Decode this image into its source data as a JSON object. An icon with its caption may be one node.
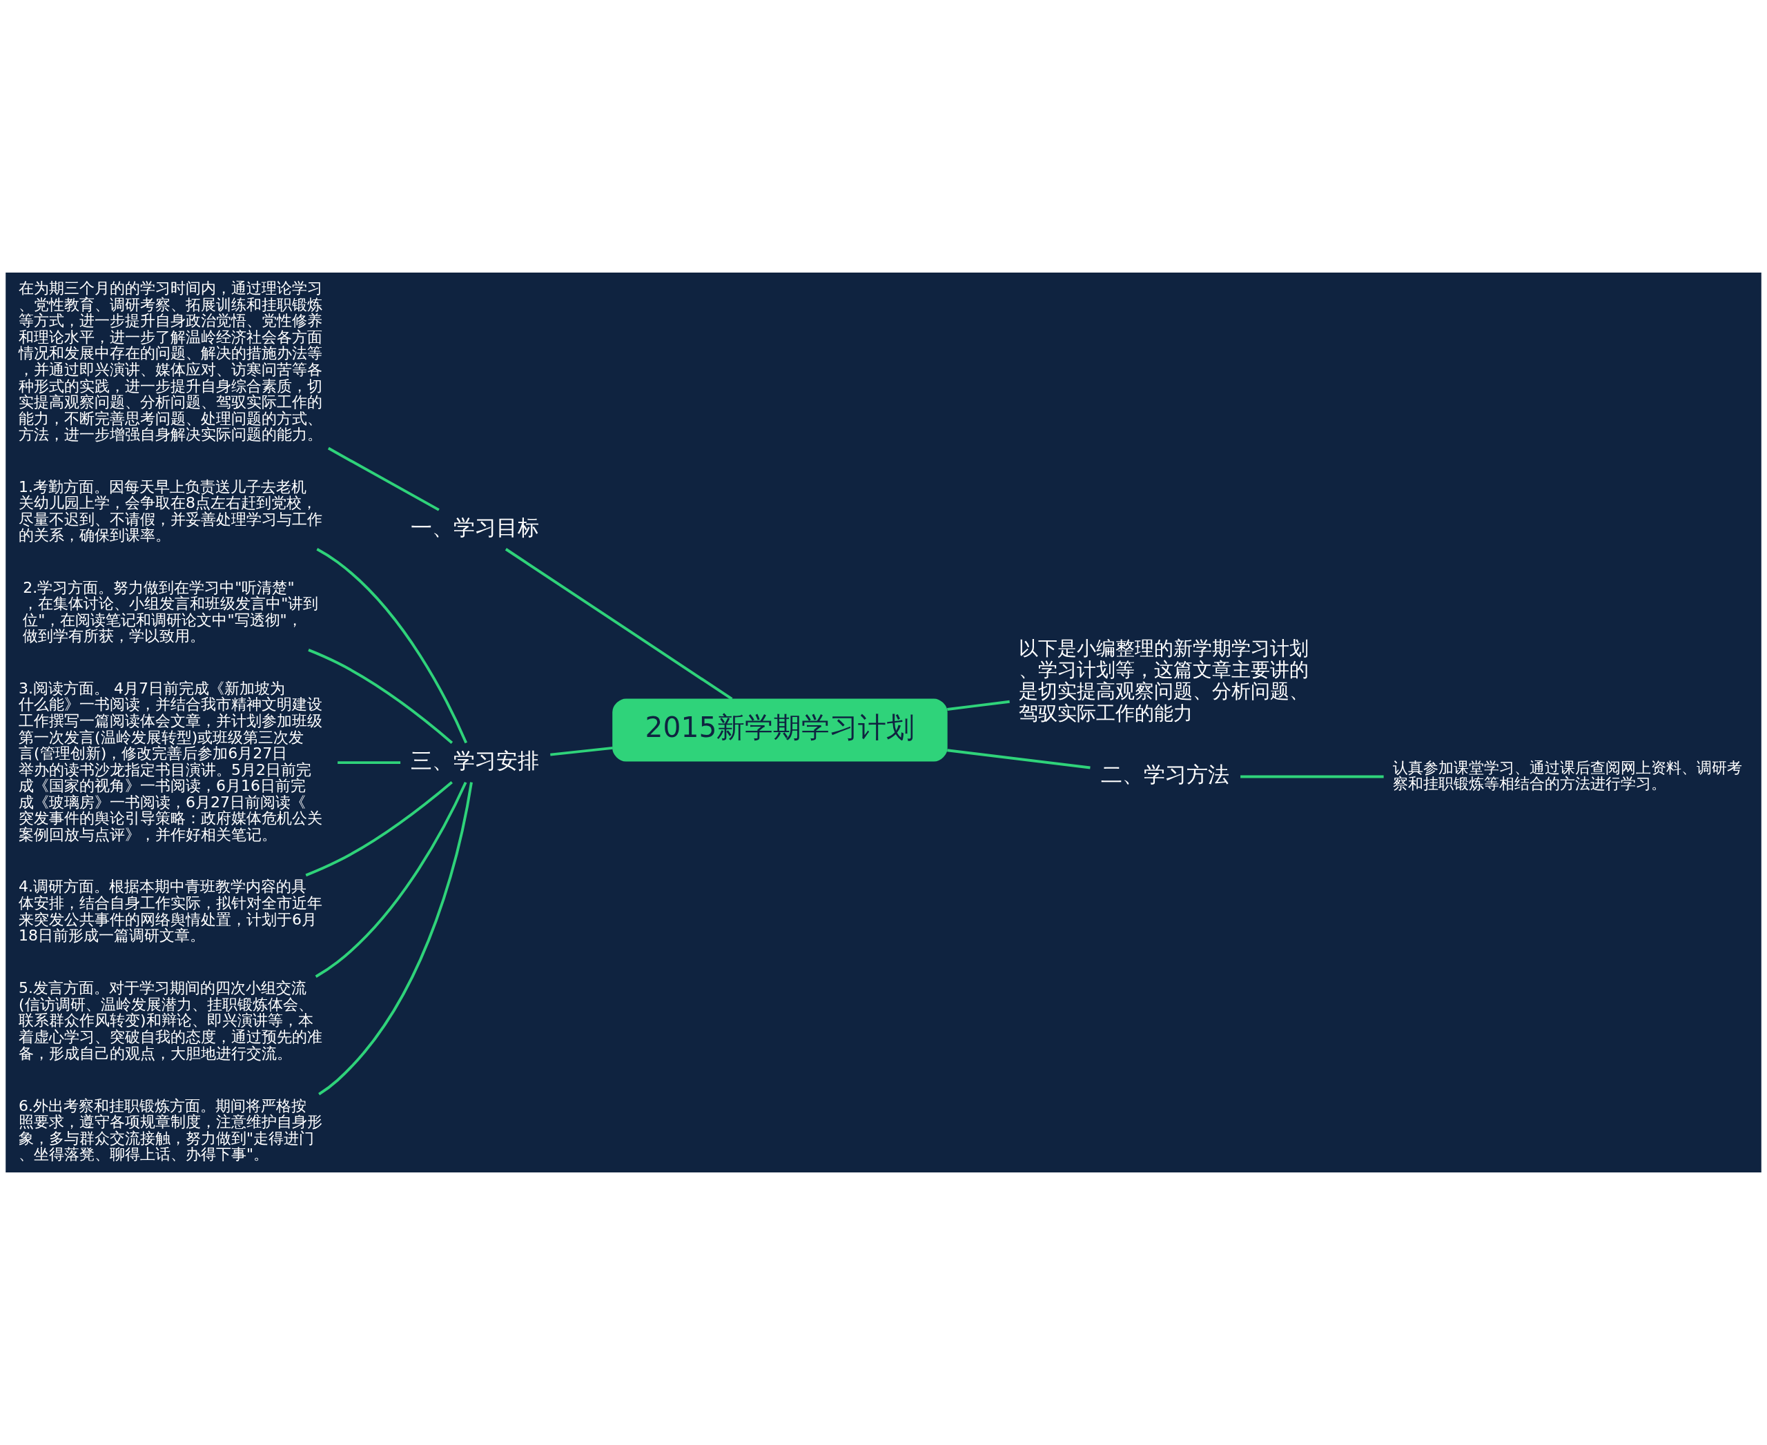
{
  "diagram": {
    "nodes": [
      {
        "text": [
          "2015新学期学习计划"
        ]
      },
      {
        "text": [
          "一、学习目标"
        ]
      },
      {
        "text": [
          "在为期三个月的的学习时间内，通过理论学习、党性教育、调研考察、拓展训练和挂职锻炼等方式，进一步提升自身政治觉悟、党性修养和理论水平，进一步了解温岭经济社会各方面情况和发展中存在的问题、解决的措施办法等，并通过即兴演讲、媒体应对、访寒问苦等各种形式的实践，进一步提升自身综合素质，切实提高观察问题、分析问题、驾驭实际工作的能力，不断完善思考问题、处理问题的方式、方法，进一步增强自身解决实际问题的能力。"
        ]
      },
      {
        "text": [
          "以下是小编整理的新学期学习计划、学习计划等，这篇文章主要讲的是切实提高观察问题、分析问题、驾驭实际工作的能力"
        ]
      },
      {
        "text": [
          "二、学习方法"
        ]
      },
      {
        "text": [
          "认真参加课堂学习、通过课后查阅网上资料、调研考察和挂职锻炼等相结合的方法进行学习。"
        ]
      },
      {
        "text": [
          "三、学习安排"
        ]
      },
      {
        "text": [
          "1.考勤方面。因每天早上负责送儿子去老机关幼儿园上学，会争取在8点左右赶到党校，尽量不迟到、不请假，并妥善处理学习与工作的关系，确保到课率。"
        ]
      },
      {
        "text": [
          "2.学习方面。努力做到在学习中\"听清楚\"，在集体讨论、小组发言和班级发言中\"讲到位\"，在阅读笔记和调研论文中\"写透彻\"，做到学有所获，学以致用。"
        ]
      },
      {
        "text": [
          "3.阅读方面。 4月7日前完成《新加坡为什么能》一书阅读，并结合我市精神文明建设工作撰写一篇阅读体会文章，并计划参加班级第一次发言(温岭发展转型)或班级第三次发言(管理创新)，修改完善后参加6月27日举办的读书沙龙指定书目演讲。5月2日前完成《国家的视角》一书阅读，6月16日前完成《玻璃房》一书阅读，6月27日前阅读《突发事件的舆论引导策略：政府媒体危机公关案例回放与点评》，并作好相关笔记。"
        ]
      },
      {
        "text": [
          "4.调研方面。根据本期中青班教学内容的具体安排，结合自身工作实际，拟针对全市近年来突发公共事件的网络舆情处置，计划于6月18日前形成一篇调研文章。"
        ]
      },
      {
        "text": [
          "5.发言方面。对于学习期间的四次小组交流(信访调研、温岭发展潜力、挂职锻炼体会、联系群众作风转变)和辩论、即兴演讲等，本着虚心学习、突破自我的态度，通过预先的准备，形成自己的观点，大胆地进行交流。"
        ]
      },
      {
        "text": [
          "6.外出考察和挂职锻炼方面。期间将严格按照要求，遵守各项规章制度，注意维护自身形象，多与群众交流接触，努力做到\"走得进门、坐得落凳、聊得上话、办得下事\"。"
        ]
      }
    ],
    "edges": [
      {
        "from": 0,
        "to": 1,
        "arrow": "none"
      },
      {
        "from": 1,
        "to": 2,
        "arrow": "none"
      },
      {
        "from": 0,
        "to": 3,
        "arrow": "none"
      },
      {
        "from": 0,
        "to": 4,
        "arrow": "none"
      },
      {
        "from": 4,
        "to": 5,
        "arrow": "none"
      },
      {
        "from": 0,
        "to": 6,
        "arrow": "none"
      },
      {
        "from": 6,
        "to": 7,
        "arrow": "none"
      },
      {
        "from": 6,
        "to": 8,
        "arrow": "none"
      },
      {
        "from": 6,
        "to": 9,
        "arrow": "none"
      },
      {
        "from": 6,
        "to": 10,
        "arrow": "none"
      },
      {
        "from": 6,
        "to": 11,
        "arrow": "none"
      },
      {
        "from": 6,
        "to": 12,
        "arrow": "none"
      }
    ]
  }
}
